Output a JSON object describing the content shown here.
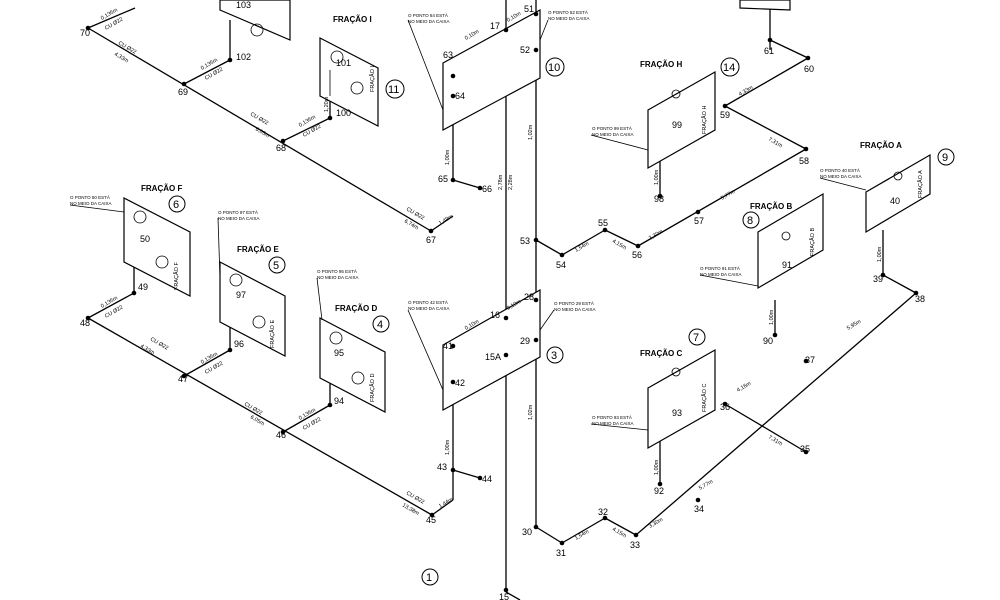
{
  "nodes": {
    "n15": "15",
    "n15A": "15A",
    "n16": "16",
    "n17": "17",
    "n28": "28",
    "n29": "29",
    "n30": "30",
    "n31": "31",
    "n32": "32",
    "n33": "33",
    "n34": "34",
    "n35": "35",
    "n36": "36",
    "n37": "37",
    "n38": "38",
    "n39": "39",
    "n40": "40",
    "n41": "41",
    "n42": "42",
    "n43": "43",
    "n44": "44",
    "n45": "45",
    "n46": "46",
    "n47": "47",
    "n48": "48",
    "n49": "49",
    "n50": "50",
    "n51": "51",
    "n52": "52",
    "n53": "53",
    "n54": "54",
    "n55": "55",
    "n56": "56",
    "n57": "57",
    "n58": "58",
    "n59": "59",
    "n60": "60",
    "n61": "61",
    "n63": "63",
    "n64": "64",
    "n65": "65",
    "n66": "66",
    "n67": "67",
    "n68": "68",
    "n69": "69",
    "n70": "70",
    "n90": "90",
    "n91": "91",
    "n92": "92",
    "n93": "93",
    "n94": "94",
    "n95": "95",
    "n96": "96",
    "n97": "97",
    "n98": "98",
    "n99": "99",
    "n100": "100",
    "n101": "101",
    "n102": "102",
    "n103": "103"
  },
  "fractions": {
    "a": "FRAÇÃO A",
    "b": "FRAÇÃO B",
    "c": "FRAÇÃO C",
    "d": "FRAÇÃO D",
    "e": "FRAÇÃO E",
    "f": "FRAÇÃO F",
    "h": "FRAÇÃO H",
    "i": "FRAÇÃO I"
  },
  "box_labels": {
    "a": "FRAÇÃO A",
    "b": "FRAÇÃO B",
    "c": "FRAÇÃO C",
    "d": "FRAÇÃO D",
    "e": "FRAÇÃO E",
    "f": "FRAÇÃO F",
    "h": "FRAÇÃO H",
    "i": "FRAÇÃO I"
  },
  "circles": {
    "c1": "1",
    "c3": "3",
    "c4": "4",
    "c5": "5",
    "c6": "6",
    "c7": "7",
    "c8": "8",
    "c9": "9",
    "c10": "10",
    "c11": "11",
    "c14": "14"
  },
  "notes": {
    "p64": [
      "O PONTO 64 ESTÁ",
      "NO MEIO DA CAIXA"
    ],
    "p52": [
      "O PONTO 52 ESTÁ",
      "NO MEIO DA CAIXA"
    ],
    "p99": [
      "O PONTO 99 ESTÁ",
      "NO MEIO DA CAIXA"
    ],
    "p40": [
      "O PONTO 40 ESTÁ",
      "NO MEIO DA CAIXA"
    ],
    "p50": [
      "O PONTO 50 ESTÁ",
      "NO MEIO DA CAIXA"
    ],
    "p97": [
      "O PONTO 97 ESTÁ",
      "NO MEIO DA CAIXA"
    ],
    "p95": [
      "O PONTO 95 ESTÁ",
      "NO MEIO DA CAIXA"
    ],
    "p42": [
      "O PONTO 42 ESTÁ",
      "NO MEIO DA CAIXA"
    ],
    "p29": [
      "O PONTO 29 ESTÁ",
      "NO MEIO DA CAIXA"
    ],
    "p91": [
      "O PONTO 91 ESTÁ",
      "NO MEIO DA CAIXA"
    ],
    "p93": [
      "O PONTO 93 ESTÁ",
      "NO MEIO DA CAIXA"
    ]
  },
  "dims": {
    "cu22": "CU Ø22",
    "d0135": "0,135m",
    "d010": "0,10m",
    "d100": "1,00m",
    "d102": "1,02m",
    "d120": "1,20m",
    "d433": "4,33m",
    "d605": "6,05m",
    "d674": "6,74m",
    "d149": "1,49m",
    "d1338": "13,38m",
    "d144": "1,44m",
    "d154": "1,54m",
    "d415": "4,15m",
    "d330": "3,30m",
    "d577": "5,77m",
    "d731": "7,31m",
    "d498": "4,98m",
    "d278": "2,78m",
    "d228": "2,28m",
    "d416": "4,16m",
    "d595": "5,95m"
  }
}
